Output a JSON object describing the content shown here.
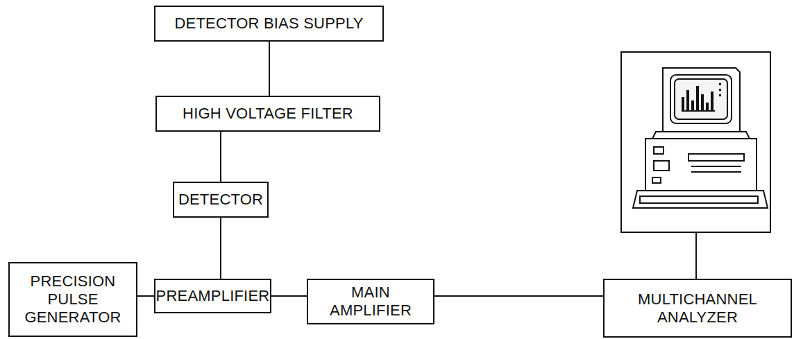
{
  "diagram": {
    "nodes": [
      {
        "text": [
          "DETECTOR BIAS SUPPLY"
        ]
      },
      {
        "text": [
          "HIGH VOLTAGE FILTER"
        ]
      },
      {
        "text": [
          "DETECTOR"
        ]
      },
      {
        "text": [
          "PRECISION PULSE GENERATOR"
        ]
      },
      {
        "text": [
          "PREAMPLIFIER"
        ]
      },
      {
        "text": [
          "MAIN AMPLIFIER"
        ]
      },
      {
        "text": [
          "MULTICHANNEL ANALYZER"
        ]
      }
    ],
    "edges": [
      {
        "from": 0,
        "to": 1,
        "arrow": "none"
      },
      {
        "from": 1,
        "to": 2,
        "arrow": "none"
      },
      {
        "from": 2,
        "to": 4,
        "arrow": "none"
      },
      {
        "from": 3,
        "to": 4,
        "arrow": "none"
      },
      {
        "from": 4,
        "to": 5,
        "arrow": "none"
      },
      {
        "from": 5,
        "to": 6,
        "arrow": "none"
      }
    ]
  }
}
